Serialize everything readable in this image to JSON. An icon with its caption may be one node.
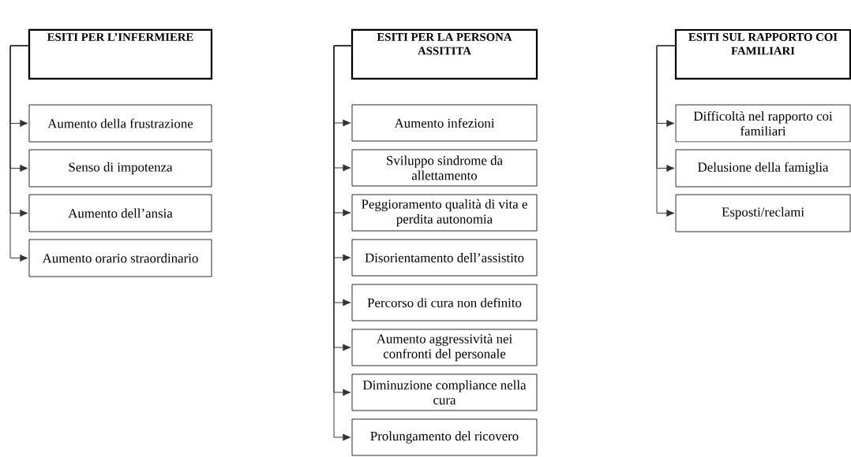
{
  "diagram": {
    "nodes": [
      {
        "text": [
          "ESITI PER L’INFERMIERE"
        ]
      },
      {
        "text": [
          "Aumento della frustrazione"
        ]
      },
      {
        "text": [
          "Senso di impotenza"
        ]
      },
      {
        "text": [
          "Aumento dell’ansia"
        ]
      },
      {
        "text": [
          "Aumento orario straordinario"
        ]
      },
      {
        "text": [
          "ESITI PER LA PERSONA ASSITITA"
        ]
      },
      {
        "text": [
          "Aumento infezioni"
        ]
      },
      {
        "text": [
          "Sviluppo sindrome da allettamento"
        ]
      },
      {
        "text": [
          "Peggioramento qualità di vita e perdita autonomia"
        ]
      },
      {
        "text": [
          "Disorientamento dell’assistito"
        ]
      },
      {
        "text": [
          "Percorso di cura non definito"
        ]
      },
      {
        "text": [
          "Aumento aggressività nei confronti del personale"
        ]
      },
      {
        "text": [
          "Diminuzione compliance nella cura"
        ]
      },
      {
        "text": [
          "Prolungamento del ricovero"
        ]
      },
      {
        "text": [
          "ESITI SUL RAPPORTO COI FAMILIARI"
        ]
      },
      {
        "text": [
          "Difficoltà nel rapporto coi familiari"
        ]
      },
      {
        "text": [
          "Delusione della famiglia"
        ]
      },
      {
        "text": [
          "Esposti/reclami"
        ]
      }
    ],
    "edges": [
      {
        "from": 0,
        "to": 1,
        "arrow": "to"
      },
      {
        "from": 0,
        "to": 2,
        "arrow": "to"
      },
      {
        "from": 0,
        "to": 3,
        "arrow": "to"
      },
      {
        "from": 0,
        "to": 4,
        "arrow": "to"
      },
      {
        "from": 5,
        "to": 6,
        "arrow": "to"
      },
      {
        "from": 5,
        "to": 7,
        "arrow": "to"
      },
      {
        "from": 5,
        "to": 8,
        "arrow": "to"
      },
      {
        "from": 5,
        "to": 9,
        "arrow": "to"
      },
      {
        "from": 5,
        "to": 10,
        "arrow": "to"
      },
      {
        "from": 5,
        "to": 11,
        "arrow": "to"
      },
      {
        "from": 5,
        "to": 12,
        "arrow": "to"
      },
      {
        "from": 5,
        "to": 13,
        "arrow": "to"
      },
      {
        "from": 14,
        "to": 15,
        "arrow": "to"
      },
      {
        "from": 14,
        "to": 16,
        "arrow": "to"
      },
      {
        "from": 14,
        "to": 17,
        "arrow": "to"
      }
    ]
  }
}
